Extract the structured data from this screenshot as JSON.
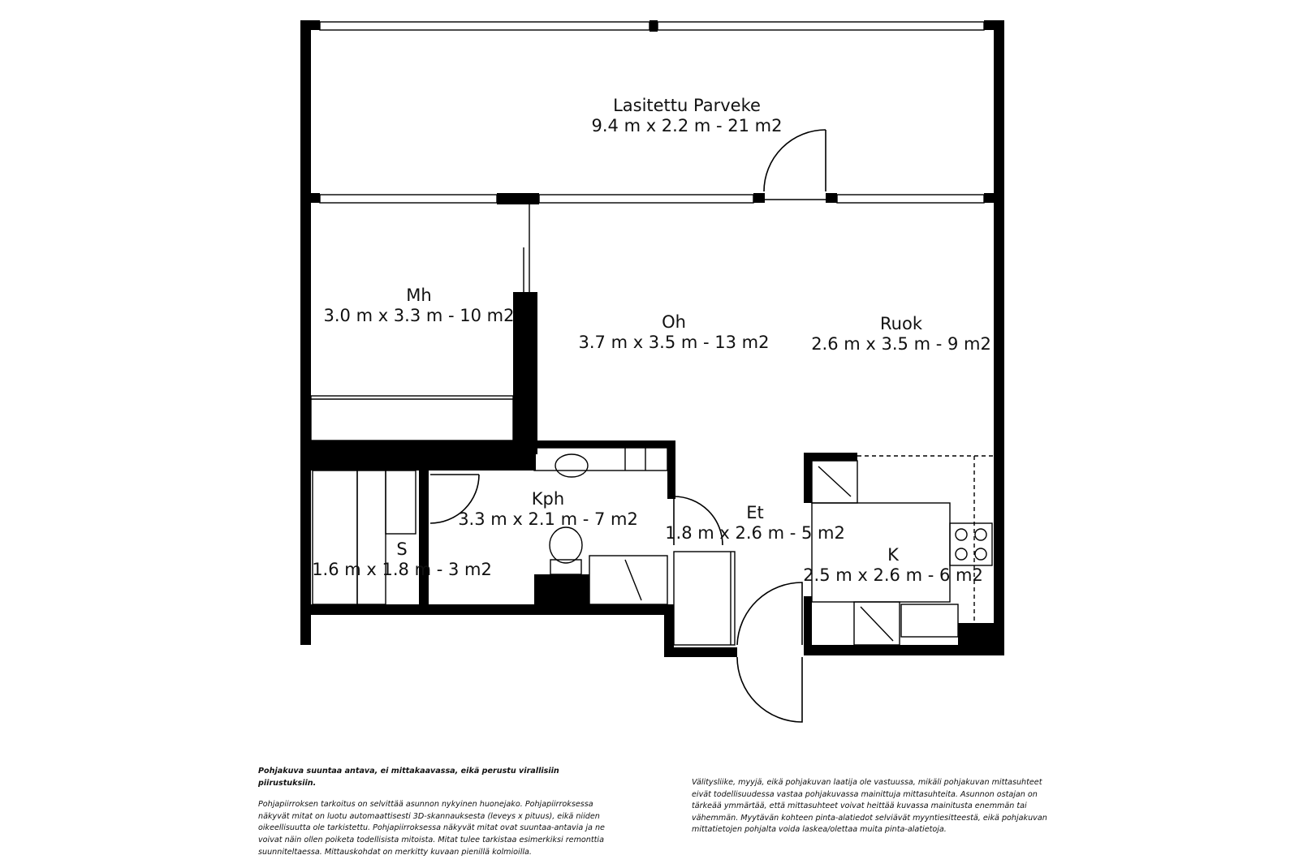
{
  "rooms": [
    {
      "id": "parveke",
      "name": "Lasitettu Parveke",
      "dims": "9.4 m x 2.2 m - 21 m2"
    },
    {
      "id": "mh",
      "name": "Mh",
      "dims": "3.0 m x 3.3 m - 10 m2"
    },
    {
      "id": "oh",
      "name": "Oh",
      "dims": "3.7 m x 3.5 m - 13 m2"
    },
    {
      "id": "ruok",
      "name": "Ruok",
      "dims": "2.6 m x 3.5 m - 9 m2"
    },
    {
      "id": "kph",
      "name": "Kph",
      "dims": "3.3 m x 2.1 m - 7 m2"
    },
    {
      "id": "et",
      "name": "Et",
      "dims": "1.8 m x 2.6 m - 5 m2"
    },
    {
      "id": "s",
      "name": "S",
      "dims": "1.6 m x 1.8 m - 3 m2"
    },
    {
      "id": "k",
      "name": "K",
      "dims": "2.5 m x 2.6 m - 6 m2"
    }
  ],
  "disclaimer": {
    "title": "Pohjakuva suuntaa antava, ei mittakaavassa, eikä perustu virallisiin piirustuksiin.",
    "left": "Pohjapiirroksen tarkoitus on selvittää asunnon nykyinen huonejako. Pohjapiirroksessa näkyvät mitat on luotu automaattisesti 3D-skannauksesta (leveys x pituus), eikä niiden oikeellisuutta ole tarkistettu. Pohjapiirroksessa näkyvät mitat ovat suuntaa-antavia ja ne voivat näin ollen poiketa todellisista mitoista. Mitat tulee tarkistaa esimerkiksi remonttia suunniteltaessa. Mittauskohdat on merkitty kuvaan pienillä kolmioilla.",
    "right": "Välitysliike, myyjä, eikä pohjakuvan laatija ole vastuussa, mikäli pohjakuvan mittasuhteet eivät todellisuudessa vastaa pohjakuvassa mainittuja mittasuhteita. Asunnon ostajan on tärkeää ymmärtää, että mittasuhteet voivat heittää kuvassa mainitusta enemmän tai vähemmän. Myytävän kohteen pinta-alatiedot selviävät myyntiesitteestä, eikä pohjakuvan mittatietojen pohjalta voida laskea/olettaa muita pinta-alatietoja."
  }
}
